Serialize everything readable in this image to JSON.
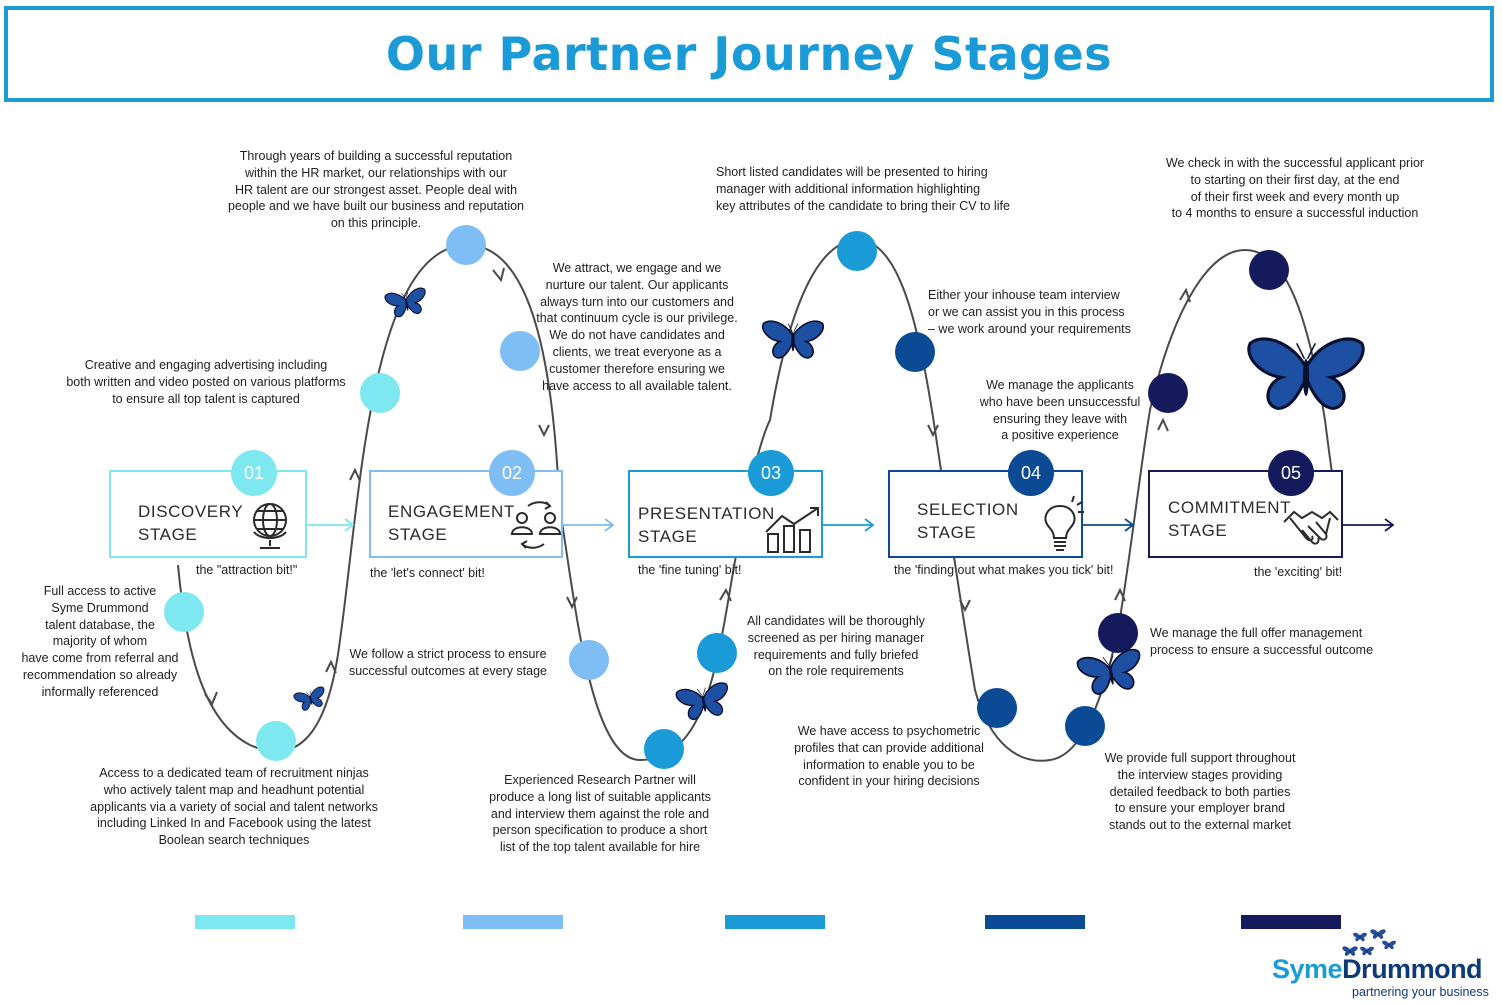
{
  "title": "Our Partner Journey Stages",
  "colors": {
    "stage1": "#7ee8f0",
    "stage2": "#7fbdf5",
    "stage3": "#1a9bd7",
    "stage4": "#0b4a94",
    "stage5": "#141a5c",
    "curve": "#4a4a4a"
  },
  "stages": [
    {
      "num": "01",
      "name": "DISCOVERY\nSTAGE",
      "bit": "the \"attraction bit!\"",
      "icon": "globe-icon"
    },
    {
      "num": "02",
      "name": "ENGAGEMENT\nSTAGE",
      "bit": "the 'let's connect' bit!",
      "icon": "connect-people-icon"
    },
    {
      "num": "03",
      "name": "PRESENTATION\nSTAGE",
      "bit": "the 'fine tuning' bit!",
      "icon": "growth-chart-icon"
    },
    {
      "num": "04",
      "name": "SELECTION\nSTAGE",
      "bit": "the 'finding out what makes you tick' bit!",
      "icon": "lightbulb-icon"
    },
    {
      "num": "05",
      "name": "COMMITMENT\nSTAGE",
      "bit": "the 'exciting' bit!",
      "icon": "handshake-icon"
    }
  ],
  "annotations": {
    "reputation": "Through years of building a successful reputation\nwithin the HR market, our relationships with our\nHR talent are our strongest asset. People deal with\npeople and we have built our business and reputation\non this principle.",
    "advertising": "Creative and engaging advertising including\nboth written and video posted on various platforms\nto ensure all top talent is captured",
    "database": "Full access to active\nSyme Drummond\ntalent database, the\nmajority of whom\nhave come from referral and\nrecommendation so already\ninformally referenced",
    "ninjas": "Access to a dedicated team of recruitment ninjas\nwho actively talent map and headhunt potential\napplicants via a variety of social and talent networks\nincluding Linked In and Facebook using the latest\nBoolean search techniques",
    "attract": "We attract, we engage and we\nnurture our talent.  Our applicants\nalways turn into our customers and\nthat continuum cycle is our privilege.\nWe do not have candidates and\nclients, we treat everyone as a\ncustomer therefore ensuring we\nhave access to all available talent.",
    "process": "We follow a strict process to ensure\nsuccessful outcomes at every stage",
    "research": "Experienced Research Partner will\nproduce a long list of  suitable applicants\nand interview them against the role and\nperson specification to produce a short\nlist of the top talent available for hire",
    "shortlist": "Short listed candidates will be presented to hiring\nmanager with additional information highlighting\nkey attributes of the candidate to bring their CV to life",
    "screened": "All candidates will be thoroughly\nscreened as per hiring manager\nrequirements and fully briefed\non the role requirements",
    "inhouse": "Either your inhouse team interview\nor we can assist you in this process\n– we work around your requirements",
    "unsuccessful": "We manage the applicants\nwho have been unsuccessful\nensuring they leave with\na positive experience",
    "psychometric": "We have access to psychometric\nprofiles that can provide additional\ninformation to enable you to be\nconfident in your hiring decisions",
    "checkin": "We check in with the successful applicant prior\nto starting on their first day, at the end\nof their first week and every month up\nto 4 months to ensure a successful induction",
    "offer": "We manage the full offer management\nprocess to ensure a successful outcome",
    "support": "We provide full support throughout\nthe interview stages providing\ndetailed feedback to both parties\nto ensure your employer brand\nstands out to the external market"
  },
  "logo": {
    "name_part1": "Syme",
    "name_part2": "Drummond",
    "tagline": "partnering your business"
  }
}
